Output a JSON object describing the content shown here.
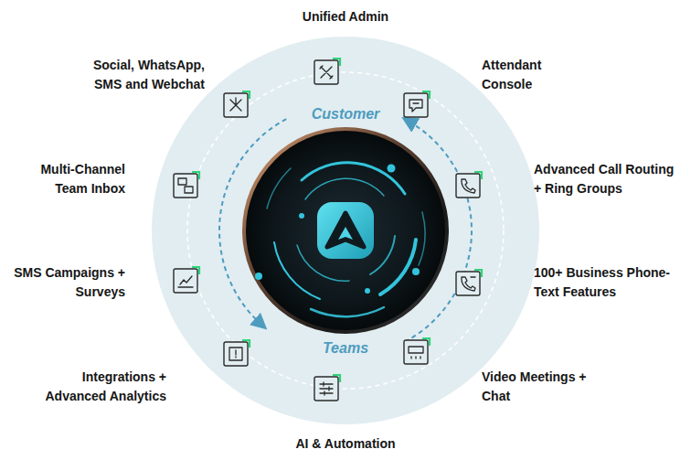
{
  "diagram": {
    "labels": [
      "Unified Admin",
      "Social, WhatsApp, SMS and Webchat",
      "Attendant Console",
      "Customer",
      "Multi-Channel Team Inbox",
      "Advanced Call Routing + Ring Groups",
      "SMS Campaigns + Surveys",
      "100+ Business Phone-Text Features",
      "Teams",
      "Integrations + Advanced Analytics",
      "Video Meetings + Chat",
      "AI & Automation"
    ]
  }
}
